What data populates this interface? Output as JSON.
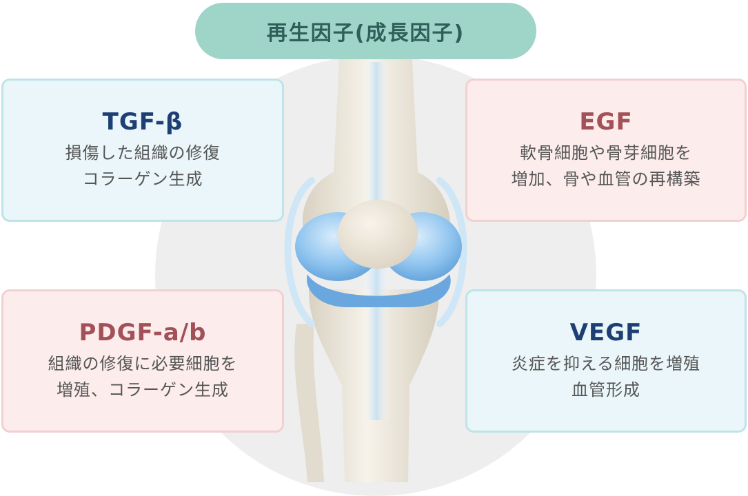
{
  "title": "再生因子(成長因子)",
  "factors": {
    "tgf": {
      "name": "TGF-β",
      "desc": [
        "損傷した組織の修復",
        "コラーゲン生成"
      ]
    },
    "egf": {
      "name": "EGF",
      "desc": [
        "軟骨細胞や骨芽細胞を",
        "増加、骨や血管の再構築"
      ]
    },
    "pdgf": {
      "name": "PDGF-a/b",
      "desc": [
        "組織の修復に必要細胞を",
        "増殖、コラーゲン生成"
      ]
    },
    "vegf": {
      "name": "VEGF",
      "desc": [
        "炎症を抑える細胞を増殖",
        "血管形成"
      ]
    }
  },
  "colors": {
    "title_bg": "#9fd5c9",
    "blue_card_bg": "#eaf6f9",
    "pink_card_bg": "#fcecec",
    "navy_text": "#1d3f73",
    "rose_text": "#a35159",
    "cartilage_blue": "#8fc4ef",
    "bone": "#efe9dc"
  }
}
